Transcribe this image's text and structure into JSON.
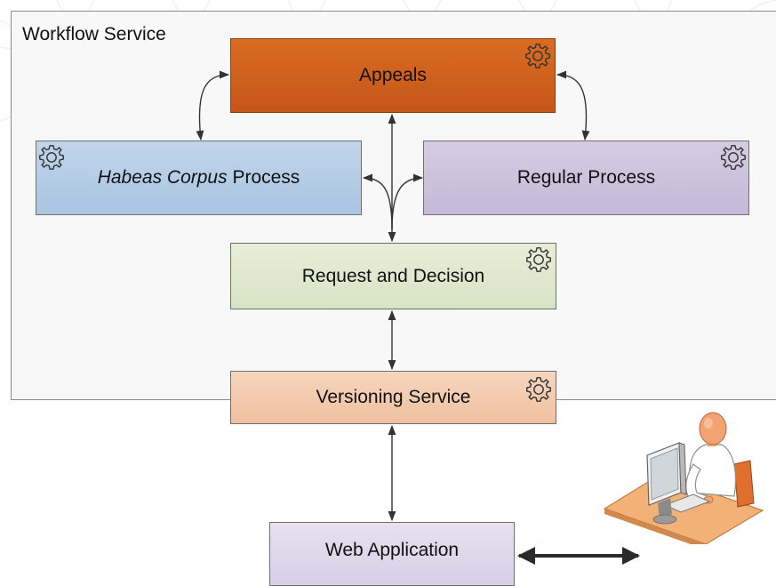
{
  "container": {
    "label": "Workflow Service"
  },
  "boxes": {
    "appeals": "Appeals",
    "habeas_italic": "Habeas Corpus",
    "habeas_rest": " Process",
    "regular": "Regular Process",
    "request": "Request and Decision",
    "versioning": "Versioning Service",
    "webapp": "Web Application"
  },
  "icons": {
    "gear": "gear-icon",
    "user": "user-at-computer-icon"
  },
  "colors": {
    "appeals": "#c9601d",
    "habeas": "#b3cbe5",
    "regular": "#cbc1dc",
    "request": "#dde7cd",
    "versioning": "#f3cbae",
    "webapp": "#ddd8ea"
  }
}
